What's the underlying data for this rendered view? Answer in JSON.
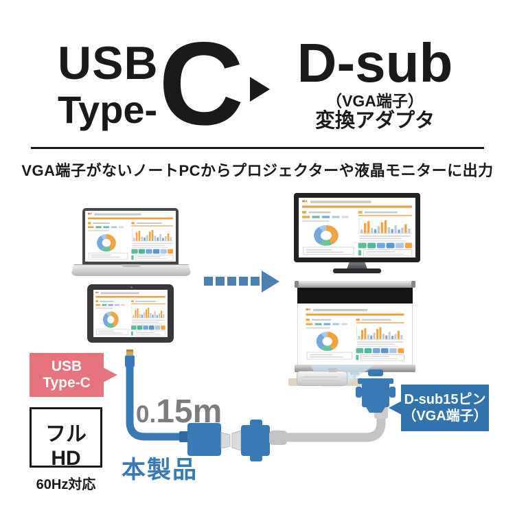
{
  "header": {
    "usb": "USB",
    "type": "Type-",
    "c": "C",
    "dsub": "D-sub",
    "vga_terminal": "（VGA端子）",
    "adapter": "変換アダプタ"
  },
  "tagline": "VGA端子がないノートPCからプロジェクターや液晶モニターに出力",
  "callouts": {
    "usb_c": {
      "line1": "USB",
      "line2": "Type-C"
    },
    "dsub15": {
      "line1": "D-sub15ピン",
      "line2": "（VGA端子）"
    }
  },
  "specs": {
    "fullhd": "フルHD",
    "hz": "60Hz対応"
  },
  "cable": {
    "length_prefix": "0.",
    "length_main": "15m"
  },
  "product_label": "本製品",
  "colors": {
    "ink": "#1a1a1a",
    "blue": "#3879b6",
    "blueDark": "#2f6aa3",
    "pink": "#e6737e",
    "calloutBlue": "#3273ae",
    "cableGray": "#c3c3c4",
    "lengthGray": "#7d7d7f",
    "arrowBlue": "#4d80b1",
    "orange": "#f09e3c"
  },
  "dashboard": {
    "bar_heights": [
      7,
      20,
      24,
      10,
      8,
      14,
      22,
      26,
      12,
      8,
      16,
      7,
      11,
      18,
      9
    ],
    "bar_colors": [
      "g",
      "o",
      "o",
      "g",
      "b",
      "g",
      "o",
      "o",
      "g",
      "b",
      "g",
      "b",
      "g",
      "o",
      "g"
    ],
    "donut_segments_deg": {
      "orange": 150,
      "green": 60,
      "blue": 115,
      "lightblue": 35
    }
  }
}
